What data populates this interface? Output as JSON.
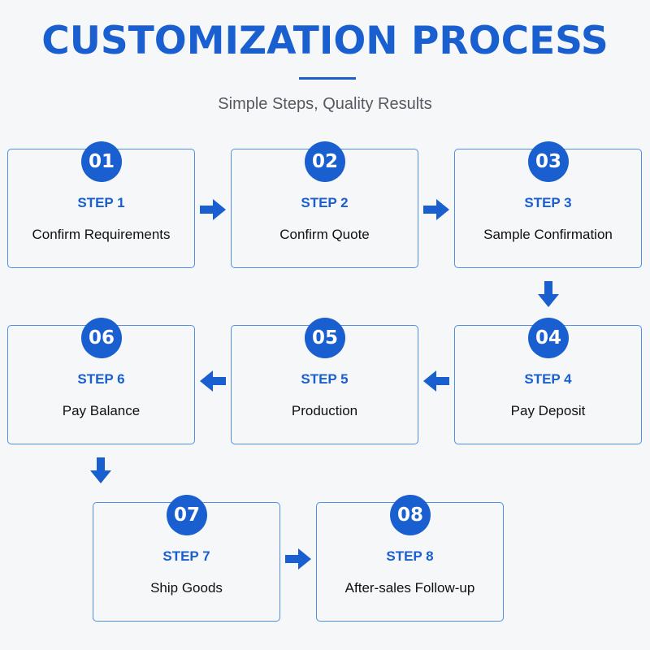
{
  "header": {
    "title": "CUSTOMIZATION PROCESS",
    "subtitle": "Simple Steps, Quality Results"
  },
  "colors": {
    "accent": "#1a5fd0",
    "border": "#4f8fe6",
    "background": "#f6f7f9",
    "text": "#111111"
  },
  "steps": [
    {
      "number": "01",
      "label": "STEP 1",
      "text": "Confirm Requirements"
    },
    {
      "number": "02",
      "label": "STEP 2",
      "text": "Confirm Quote"
    },
    {
      "number": "03",
      "label": "STEP 3",
      "text": "Sample Confirmation"
    },
    {
      "number": "04",
      "label": "STEP 4",
      "text": "Pay Deposit"
    },
    {
      "number": "05",
      "label": "STEP 5",
      "text": "Production"
    },
    {
      "number": "06",
      "label": "STEP 6",
      "text": "Pay Balance"
    },
    {
      "number": "07",
      "label": "STEP 7",
      "text": "Ship Goods"
    },
    {
      "number": "08",
      "label": "STEP 8",
      "text": "After-sales Follow-up"
    }
  ],
  "arrows": {
    "right": "arrow-right-icon",
    "left": "arrow-left-icon",
    "down": "arrow-down-icon"
  }
}
